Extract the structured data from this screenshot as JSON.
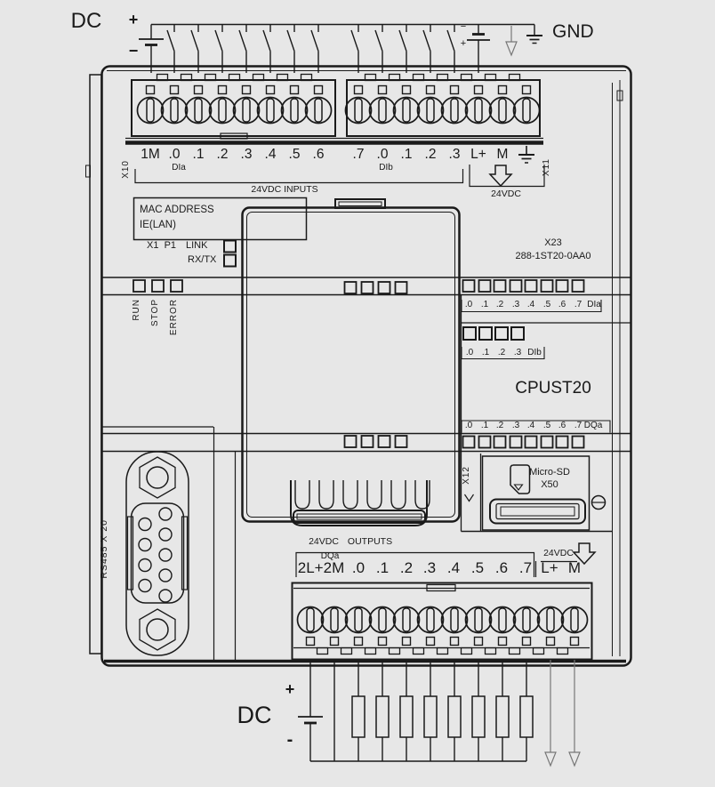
{
  "colors": {
    "background": "#e7e7e7",
    "line": "#1a1a1a",
    "muted_line": "#777777"
  },
  "top_wiring": {
    "dc": "DC",
    "plus": "+",
    "minus": "−",
    "gnd": "GND",
    "bat2_minus": "−",
    "bat2_plus": "+"
  },
  "input_block": {
    "x10": "X10",
    "x11": "X11",
    "left_terminals": [
      "1M",
      ".0",
      ".1",
      ".2",
      ".3",
      ".4",
      ".5",
      ".6"
    ],
    "right_terminals": [
      ".7",
      ".0",
      ".1",
      ".2",
      ".3",
      "L+",
      "M"
    ],
    "dia": "DIa",
    "dib": "DIb",
    "caption": "24VDC INPUTS",
    "sensor_supply": "24VDC"
  },
  "comm": {
    "mac1": "MAC ADDRESS",
    "mac2": "IE(LAN)",
    "port": "X1  P1",
    "link": "LINK",
    "rxtx": "RX/TX"
  },
  "board": {
    "connector": "X23",
    "part": "288-1ST20-0AA0",
    "cpu": "CPUST20"
  },
  "status": {
    "run": "RUN",
    "stop": "STOP",
    "error": "ERROR"
  },
  "dia_row": {
    "labels": [
      ".0",
      ".1",
      ".2",
      ".3",
      ".4",
      ".5",
      ".6",
      ".7"
    ],
    "name": "DIa"
  },
  "dib_row": {
    "labels": [
      ".0",
      ".1",
      ".2",
      ".3"
    ],
    "name": "DIb"
  },
  "dqa_row": {
    "labels": [
      ".0",
      ".1",
      ".2",
      ".3",
      ".4",
      ".5",
      ".6",
      ".7"
    ],
    "name": "DQa"
  },
  "sd": {
    "x12": "X12",
    "title": "Micro-SD",
    "slot": "X50"
  },
  "rs485": {
    "label": "RS485 X 20"
  },
  "output_block": {
    "caption_v": "24VDC",
    "caption_o": "OUTPUTS",
    "group": "DQa",
    "terminals": [
      "2L+2M",
      ".0",
      ".1",
      ".2",
      ".3",
      ".4",
      ".5",
      ".6",
      ".7"
    ],
    "lplus": "L+",
    "m": "M",
    "supply": "24VDC"
  },
  "bottom_wiring": {
    "dc": "DC",
    "plus": "+",
    "minus": "-"
  }
}
